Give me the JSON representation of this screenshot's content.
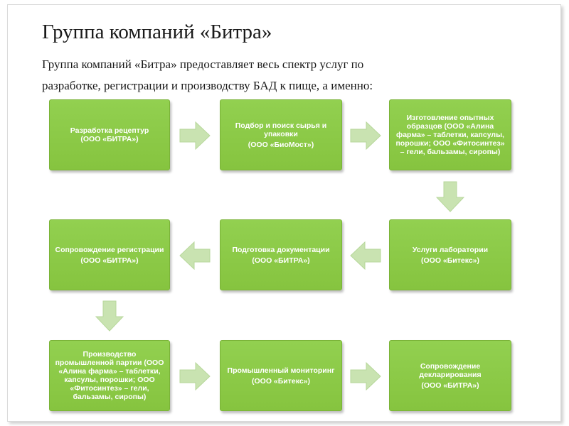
{
  "slide": {
    "title": "Группа компаний «Битра»",
    "intro_line1": "Группа компаний «Битра» предоставляет весь спектр услуг по",
    "intro_line2": "разработке, регистрации и производству БАД к пище, а именно:"
  },
  "colors": {
    "box_fill": "#92d050",
    "arrow_fill": "#c9e3b1",
    "text": "#ffffff"
  },
  "steps": [
    {
      "title": "Разработка рецептур",
      "org": "(ООО «БИТРА»)"
    },
    {
      "title": "Подбор и поиск сырья и упаковки",
      "org": "(ООО «БиоМост»)"
    },
    {
      "title": "Изготовление опытных образцов (ООО «Алина фарма» – таблетки, капсулы, порошки; ООО «Фитосинтез» – гели, бальзамы, сиропы)",
      "org": ""
    },
    {
      "title": "Услуги лаборатории",
      "org": "(ООО «Битекс»)"
    },
    {
      "title": "Подготовка документации",
      "org": "(ООО «БИТРА»)"
    },
    {
      "title": "Сопровождение регистрации",
      "org": "(ООО «БИТРА»)"
    },
    {
      "title": "Производство промышленной партии (ООО «Алина фарма» – таблетки, капсулы, порошки; ООО «Фитосинтез» – гели, бальзамы, сиропы)",
      "org": ""
    },
    {
      "title": "Промышленный мониторинг",
      "org": "(ООО «Битекс»)"
    },
    {
      "title": "Сопровождение декларирования",
      "org": "(ООО «БИТРА»)"
    }
  ]
}
